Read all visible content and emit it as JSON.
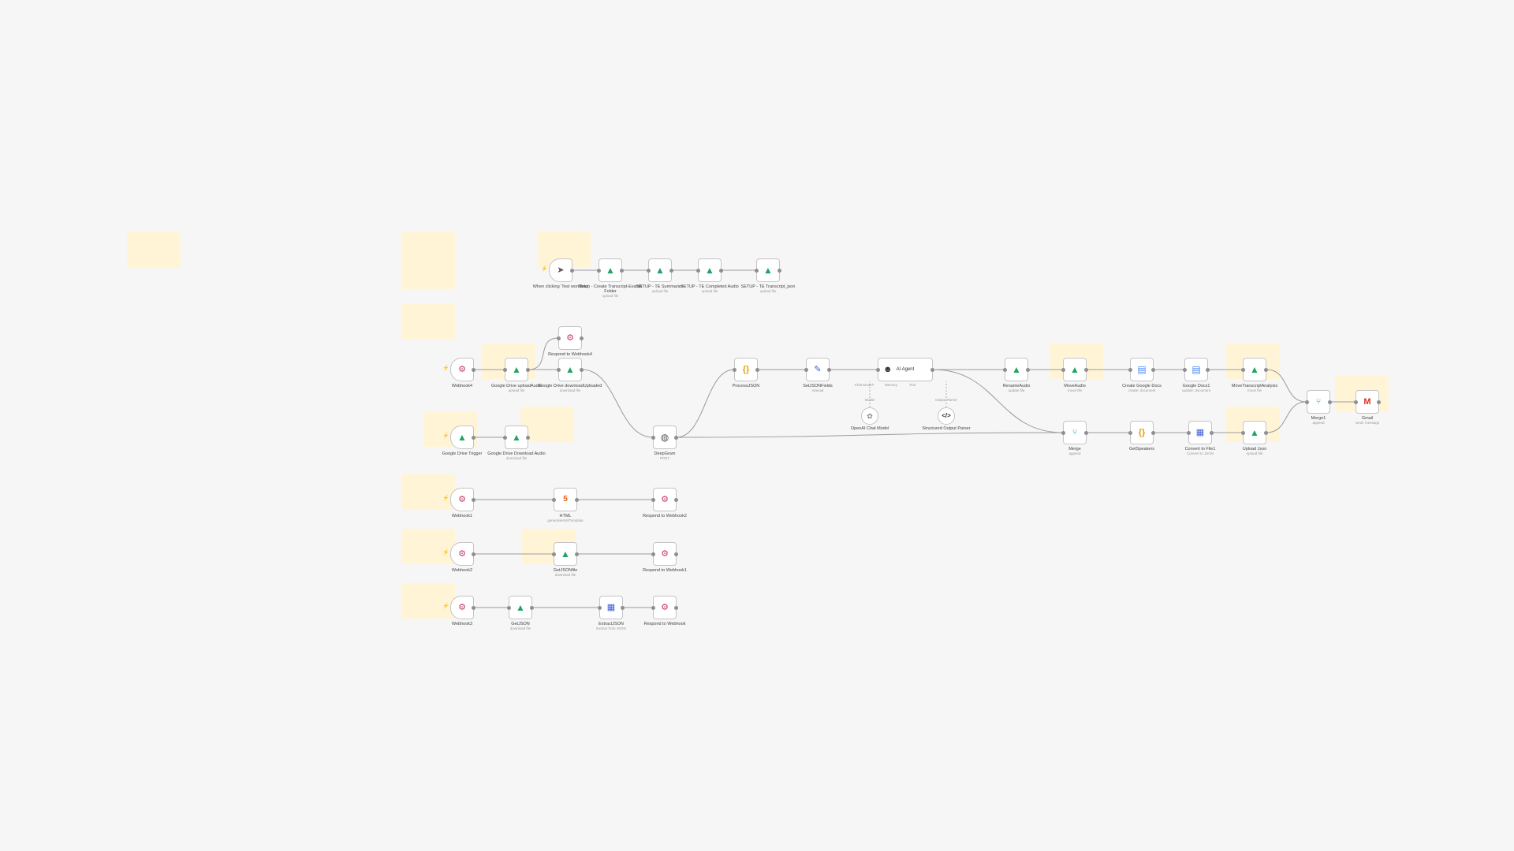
{
  "canvas": {
    "background": "#f6f6f7",
    "sticky_color": "#fff5d6",
    "trigger_color": "#ff6d5a"
  },
  "nodes": [
    {
      "id": "manual",
      "label": "When clicking 'Test workflow'",
      "icon": "cursor-icon",
      "trigger": true
    },
    {
      "id": "setup1",
      "label": "Setup - Create Transcript-EvalsB Folder",
      "sub": "upload file",
      "icon": "google-drive-icon"
    },
    {
      "id": "setup2",
      "label": "SETUP - TE Summaries",
      "sub": "upload file",
      "icon": "google-drive-icon"
    },
    {
      "id": "setup3",
      "label": "SETUP - TE Completed Audio",
      "sub": "upload file",
      "icon": "google-drive-icon"
    },
    {
      "id": "setup4",
      "label": "SETUP - TE Transcript_json",
      "sub": "upload file",
      "icon": "google-drive-icon"
    },
    {
      "id": "respond4",
      "label": "Respond to Webhook4",
      "icon": "webhook-icon"
    },
    {
      "id": "webhook4",
      "label": "Webhook4",
      "icon": "webhook-icon",
      "trigger": true
    },
    {
      "id": "gdupload",
      "label": "Google Drive uploadAudio",
      "sub": "upload file",
      "icon": "google-drive-icon"
    },
    {
      "id": "gddownload1",
      "label": "Google Drive downloadUploaded",
      "sub": "download file",
      "icon": "google-drive-icon"
    },
    {
      "id": "gdtrigger",
      "label": "Google Drive Trigger",
      "icon": "google-drive-icon",
      "trigger": true
    },
    {
      "id": "gddownload2",
      "label": "Google Drive Download Audio",
      "sub": "download file",
      "icon": "google-drive-icon"
    },
    {
      "id": "deepgram",
      "label": "DeepGram",
      "sub": "POST",
      "icon": "globe-icon"
    },
    {
      "id": "processjson",
      "label": "ProcessJSON",
      "icon": "code-icon"
    },
    {
      "id": "setjson",
      "label": "SetJSONFields",
      "sub": "manual",
      "icon": "pen-icon"
    },
    {
      "id": "agent",
      "label": "AI Agent",
      "icon": "robot-icon",
      "agent": true
    },
    {
      "id": "openai",
      "label": "OpenAI Chat Model",
      "icon": "openai-icon",
      "sub_node": true
    },
    {
      "id": "parser",
      "label": "Structured Output Parser",
      "icon": "parser-icon",
      "sub_node": true
    },
    {
      "id": "rename",
      "label": "RenameAudio",
      "sub": "update file",
      "icon": "google-drive-icon"
    },
    {
      "id": "moveaudio",
      "label": "MoveAudio",
      "sub": "move file",
      "icon": "google-drive-icon"
    },
    {
      "id": "createdocs",
      "label": "Create Google Docs",
      "sub": "create: document",
      "icon": "google-docs-icon"
    },
    {
      "id": "gdocs1",
      "label": "Google Docs1",
      "sub": "update: document",
      "icon": "google-docs-icon"
    },
    {
      "id": "movetranscript",
      "label": "MoveTranscriptAnalysis",
      "sub": "move file",
      "icon": "google-drive-icon"
    },
    {
      "id": "merge1",
      "label": "Merge1",
      "sub": "append",
      "icon": "merge-icon"
    },
    {
      "id": "gmail",
      "label": "Gmail",
      "sub": "send: message",
      "icon": "gmail-icon"
    },
    {
      "id": "merge",
      "label": "Merge",
      "sub": "append",
      "icon": "merge-icon"
    },
    {
      "id": "getspeakers",
      "label": "GetSpeakers",
      "icon": "code-icon"
    },
    {
      "id": "convert",
      "label": "Convert to File1",
      "sub": "Convert to JSON",
      "icon": "file-convert-icon"
    },
    {
      "id": "uploadjson",
      "label": "Upload Json",
      "sub": "upload file",
      "icon": "google-drive-icon"
    },
    {
      "id": "webhook1",
      "label": "Webhook1",
      "icon": "webhook-icon",
      "trigger": true
    },
    {
      "id": "html",
      "label": "HTML",
      "sub": "generateHtmlTemplate",
      "icon": "html-icon"
    },
    {
      "id": "respond2",
      "label": "Respond to Webhook2",
      "icon": "webhook-icon"
    },
    {
      "id": "webhook2",
      "label": "Webhook2",
      "icon": "webhook-icon",
      "trigger": true
    },
    {
      "id": "getjsonfile",
      "label": "GetJSONfile",
      "sub": "download file",
      "icon": "google-drive-icon"
    },
    {
      "id": "respond1",
      "label": "Respond to Webhook1",
      "icon": "webhook-icon"
    },
    {
      "id": "webhook3",
      "label": "Webhook3",
      "icon": "webhook-icon",
      "trigger": true
    },
    {
      "id": "getjson",
      "label": "GetJSON",
      "sub": "download file",
      "icon": "google-drive-icon"
    },
    {
      "id": "extractjson",
      "label": "ExtractJSON",
      "sub": "Extract from JSON",
      "icon": "file-convert-icon"
    },
    {
      "id": "respond",
      "label": "Respond to Webhook",
      "icon": "webhook-icon"
    }
  ],
  "agent_ports": {
    "model": "Chat Model*",
    "memory": "Memory",
    "tool": "Tool",
    "model_port": "Model",
    "parser_port": "Output Parser"
  }
}
